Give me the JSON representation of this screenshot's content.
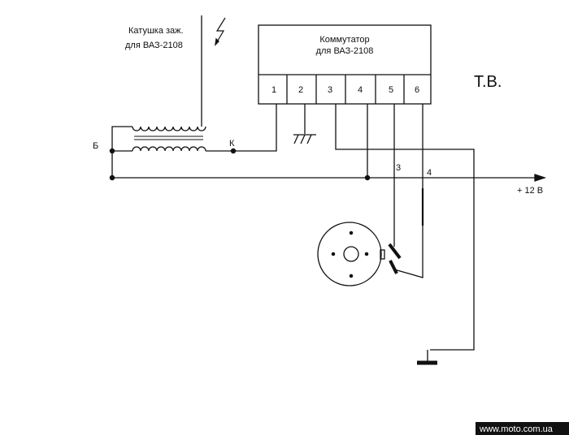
{
  "coil": {
    "title": "Катушка заж.",
    "subtitle": "для ВАЗ-2108"
  },
  "commutator": {
    "title": "Коммутатор",
    "subtitle": "для ВАЗ-2108",
    "pins": [
      "1",
      "2",
      "3",
      "4",
      "5",
      "6"
    ]
  },
  "terminals": {
    "b": "Б",
    "k": "К"
  },
  "wire_labels": {
    "w3": "3",
    "w4": "4"
  },
  "supply": "+ 12 В",
  "author": "Т.В.",
  "watermark": "www.moto.com.ua",
  "colors": {
    "line": "#111111",
    "watermark_bg": "#111111",
    "watermark_text": "#ffffff"
  }
}
